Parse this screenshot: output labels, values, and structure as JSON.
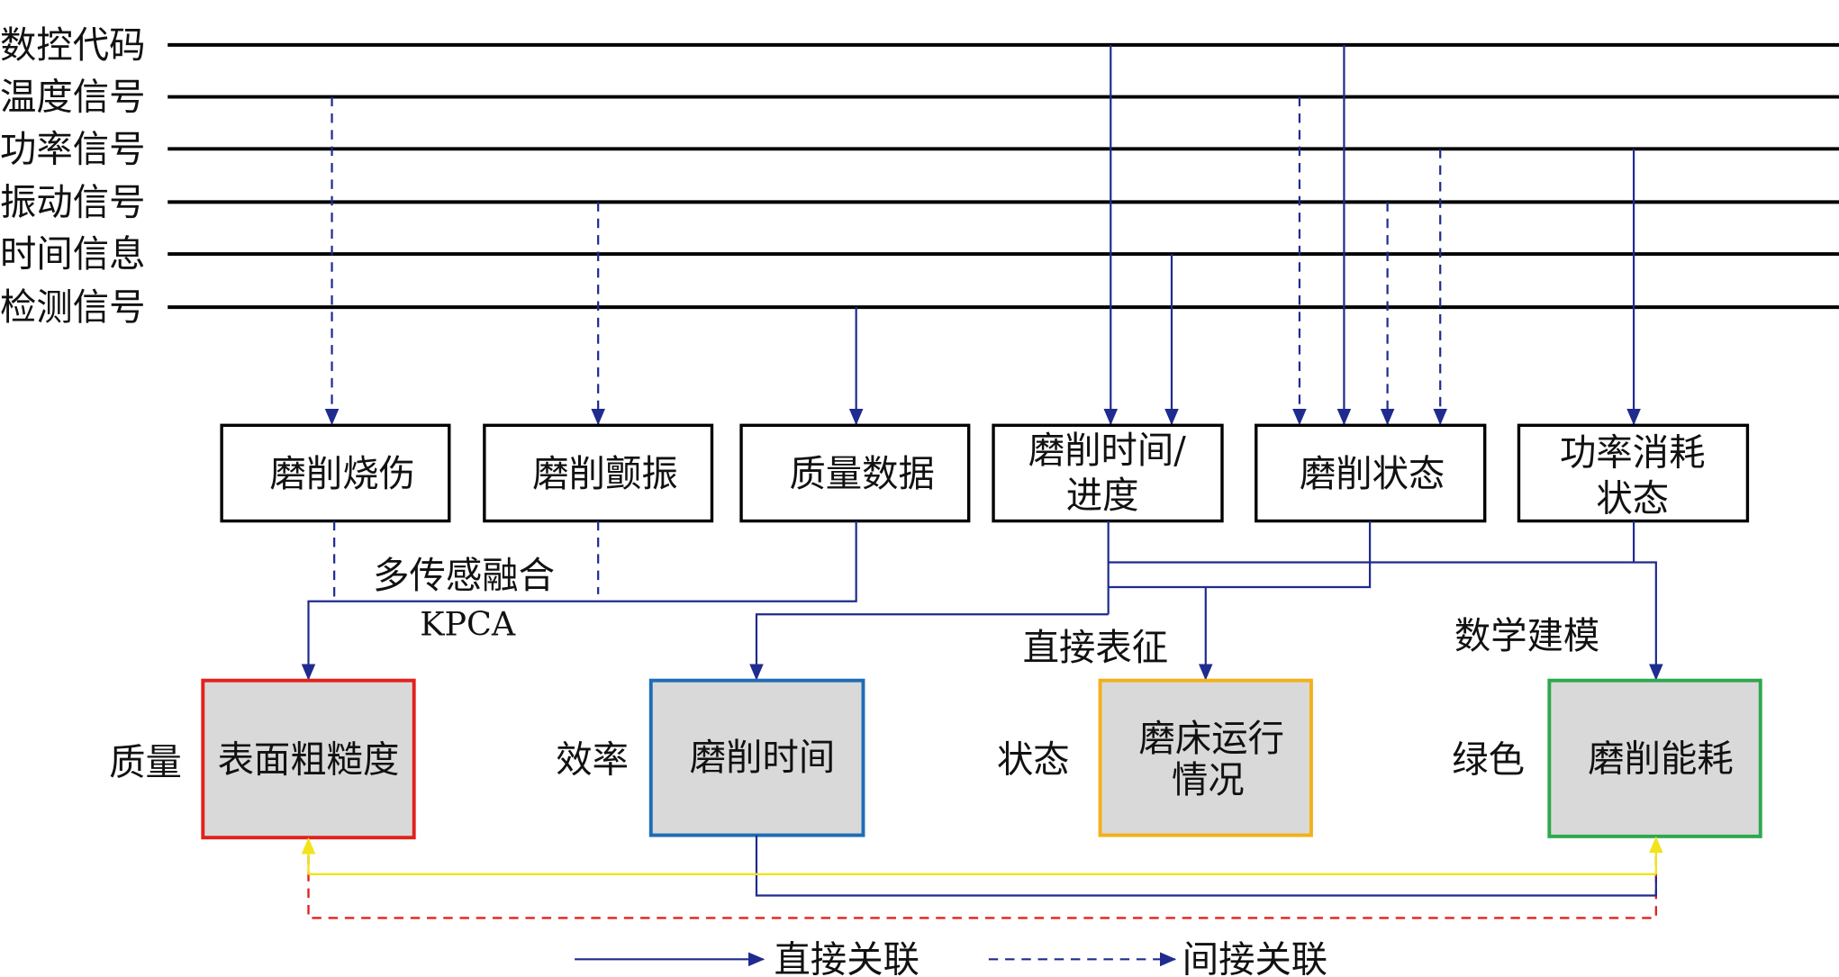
{
  "signals": [
    {
      "label": "数控代码"
    },
    {
      "label": "温度信号"
    },
    {
      "label": "功率信号"
    },
    {
      "label": "振动信号"
    },
    {
      "label": "时间信息"
    },
    {
      "label": "检测信号"
    }
  ],
  "process_nodes": [
    {
      "lines": [
        "磨削烧伤"
      ]
    },
    {
      "lines": [
        "磨削颤振"
      ]
    },
    {
      "lines": [
        "质量数据"
      ]
    },
    {
      "lines": [
        "磨削时间/",
        "进度"
      ]
    },
    {
      "lines": [
        "磨削状态"
      ]
    },
    {
      "lines": [
        "功率消耗",
        "状态"
      ]
    }
  ],
  "outcome_nodes": [
    {
      "category": "质量",
      "lines": [
        "表面粗糙度"
      ],
      "border_color": "#e3211c"
    },
    {
      "category": "效率",
      "lines": [
        "磨削时间"
      ],
      "border_color": "#1f6db4"
    },
    {
      "category": "状态",
      "lines": [
        "磨床运行",
        "情况"
      ],
      "border_color": "#f4b01a"
    },
    {
      "category": "绿色",
      "lines": [
        "磨削能耗"
      ],
      "border_color": "#2ea84e"
    }
  ],
  "annotations": {
    "fusion": "多传感融合",
    "kpca": "KPCA",
    "direct_characterization": "直接表征",
    "math_modeling": "数学建模"
  },
  "legend": {
    "direct": "直接关联",
    "indirect": "间接关联"
  },
  "colors": {
    "link": "#1f2b8e",
    "feedback_yellow": "#f2e31b",
    "feedback_red": "#e3211c",
    "signal_line": "#000000",
    "outcome_fill": "#d9d9d9"
  }
}
